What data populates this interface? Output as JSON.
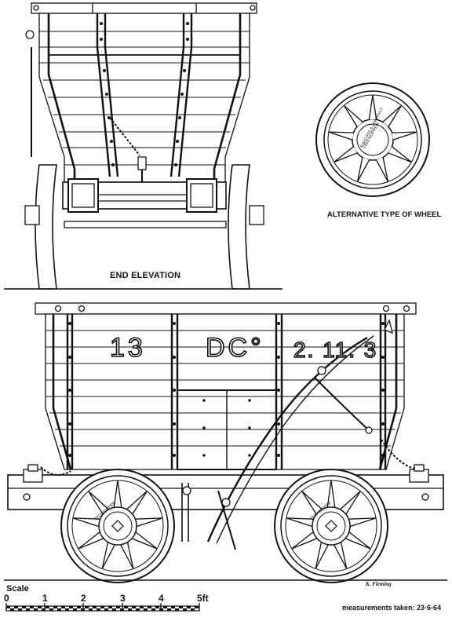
{
  "labels": {
    "end_elevation": "END ELEVATION",
    "alternative_wheel": "ALTERNATIVE TYPE OF WHEEL",
    "scale": "Scale",
    "signature": "K. Fleming",
    "measurements": "measurements taken:  23·6·64"
  },
  "side_markings": {
    "number": "13",
    "owner": "DC°",
    "date": "2. 11. 3"
  },
  "wheel_plate": {
    "line1": "1910 HOPPER",
    "line2": "RADCLIFFE & CORDINGLY"
  },
  "scale_bar": {
    "ticks": [
      "0",
      "1",
      "2",
      "3",
      "4",
      "5ft"
    ]
  }
}
